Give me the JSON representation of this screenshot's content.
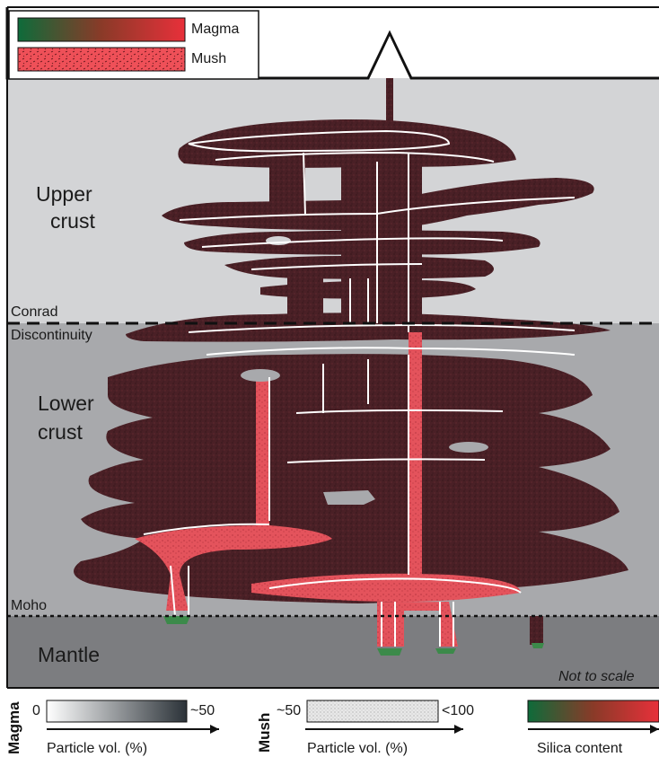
{
  "legend": {
    "magma_label": "Magma",
    "mush_label": "Mush"
  },
  "layers": {
    "upper_crust": [
      "Upper",
      "crust"
    ],
    "conrad": [
      "Conrad",
      "Discontinuity"
    ],
    "lower_crust": [
      "Lower",
      "crust"
    ],
    "moho": "Moho",
    "mantle": "Mantle"
  },
  "note": "Not to scale",
  "scales": {
    "magma": {
      "title": "Magma",
      "min": "0",
      "max": "~50",
      "axis_label": "Particle vol. (%)"
    },
    "mush": {
      "title": "Mush",
      "min": "~50",
      "max": "<100",
      "axis_label": "Particle vol. (%)"
    },
    "silica": {
      "axis_label": "Silica content"
    }
  },
  "colors": {
    "upper_crust": "#d3d4d6",
    "lower_crust": "#a8a9ac",
    "mantle": "#7c7d80",
    "mush_dark": "#4a2026",
    "mush_light": "#e4535c",
    "magma_low_silica": "#0e6b3a",
    "magma_high_silica": "#e8303a"
  }
}
